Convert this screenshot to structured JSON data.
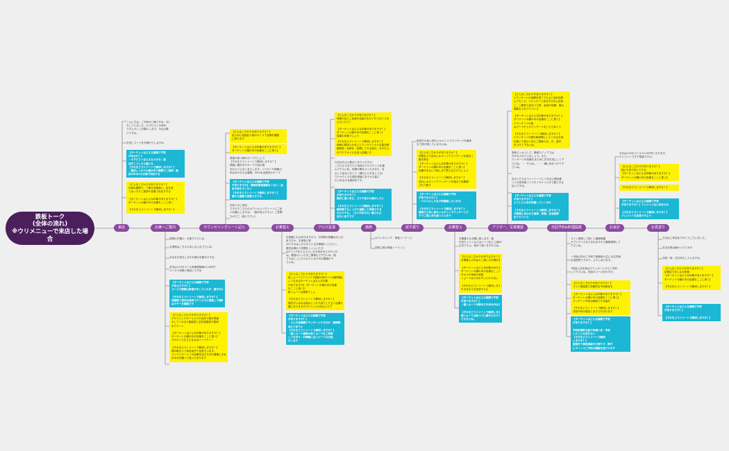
{
  "root": "鉄板トーク\n(全体の流れ)\n※ウリメニューで来店した場合",
  "branches": [
    {
      "label": "来店"
    },
    {
      "label": "お席へご案内"
    },
    {
      "label": "カウンセリングシート記入"
    },
    {
      "label": "お着替え"
    },
    {
      "label": "アロマ足湯"
    },
    {
      "label": "施術"
    },
    {
      "label": "試す振り"
    },
    {
      "label": "お着替え"
    },
    {
      "label": "アフター、写真確認"
    },
    {
      "label": "次回予約&料理提案"
    },
    {
      "label": "お会計"
    },
    {
      "label": "お見送り"
    }
  ],
  "notes": {
    "n_visit_1": [
      "こんにちは、ご予約の○様ですね。お待",
      "ちしていました。セラピストの鈴木",
      "ですよろしくお願いします。今日は寒",
      "いですね。"
    ],
    "n_visit_2": [
      "お先にコートをお預かりしますね"
    ],
    "n_visit_3": [
      "【ターゲットはどんな展開で不安",
      "があるか？】",
      "・セラピストはどんな人かな・担",
      "当がこうしたら困いな",
      "【それをどうトリートで解消しますか？】",
      "・最初しっかり公開の中で期間でご挨拶・最",
      "初の中の1の文章で対応する"
    ],
    "n_visit_4": [
      "【どんなこだわりがありますか？】",
      "利用な期節で、丁寧な言葉使い、目を見",
      "てはっきりと挨拶や言葉で対応すする",
      "",
      "【ターゲットはどんな印象がありますか？】",
      "ターゲットの頭の中の言葉をここに書く",
      "",
      "【それをどうトリートで解消しますか？】"
    ],
    "n_seat_1": [
      "荷物のお預け・お座り下さいね"
    ],
    "n_seat_2": [
      "お荷物はこちらの中にお入れ下さいね"
    ],
    "n_seat_3": [
      "お水をお持ちしますお湯のお飲みですね"
    ],
    "n_seat_4": [
      "本日は120分コース来値現価格10,000円",
      "コースで承認い場合いですね"
    ],
    "n_seat_5": [
      "【ターゲットはどんな展開で不安",
      "があるですか？】",
      "コースで期間は希望がをしていたが、面がなか自身か",
      "",
      "【それをどうトリートで解消しますか？】",
      "保健師と受託は保有でクリエスに相談して施約",
      "はクラーを確認です"
    ],
    "n_seat_6": [
      "【どんなこだわりがありますか？】",
      "①モラリンクポール入りの自然で値を現値",
      "わしてくれる②高級感と空気温度値で愛用",
      "をクラーン",
      "",
      "【ターゲットはどんな印象がありますか？】",
      "ターゲットの頭の中の言葉をここに書く】",
      "③サロンでおさえるのはハーバティー",
      "",
      "【それをどうトリートで解消しますか？】",
      "場の取るうう体自身分で自身でいます。",
      "ランバンサーソンの効果を活すための要素とお身",
      "お手分を願って良いであります"
    ],
    "n_counsel_1": [
      "【どんなこだわりがありますか？】",
      "記入中に会話記入部のカーラで言葉を確認",
      "に探ります"
    ],
    "n_counsel_2": [
      "【ターゲットはどんな印象がありますか？】",
      "ターゲットの頭の中の言葉をここに書く】"
    ],
    "n_counsel_3": [
      "書面の前つ時のカーラでしょう",
      "【それをどうトリートで解消しますか？】",
      "期前に親元をやカーラで前の後",
      "をおんべんなく言えします。イヤカーサ価格の",
      "申込みやおもる親際。98%を全面次のカーラ"
    ],
    "n_counsel_4": [
      "【ターゲットはどんな展開で不安",
      "がありますか】・施術前質者連絡をくない・当",
      "好き知るでしたい",
      "【それをどうトリートで解消しますか？】",
      "親する展開で実質ですする"
    ],
    "n_counsel_5": [
      "初めてのご来店",
      "ですのでこちらのカウンセリングシートにご記",
      "入お願いしますね。（誰が答えやすい）ご質問",
      "ものでご（使い下さい）"
    ],
    "n_change1_1": [
      "お部屋にお大切きますので、お荷物の施置はお入お",
      "来ですか、お荷物と脱",
      "のたちのはしちらのとい主お着顔いください。",
      "脱衣包濡れで衣間をしくいいた方",
      "はTバッグをでススメします体が冷えやすい方",
      "は。着感の入ったをご素様もで下ちいね。施",
      "プではとこにか入れていますのお着顔の下",
      "さいね。"
    ],
    "n_change1_2": [
      "【どんなこだわりがありますか？】",
      "紙ショーツとTバックで施術の特ダイン8度残価値",
      "してもあるターゲットはどんな印象",
      "がありますか】（ターゲットの頭の中の言葉",
      "をここに書く】）",
      "紙ショーツは微態でしょ",
      "",
      "【それをどうトリートで解消しますか？】",
      "施衣ずいはお出金はしっかり話でした主ツ治要が",
      "親になりますのでTバックのお大入下さ"
    ],
    "n_change1_3": [
      "【ターゲットはどんな展開で不安",
      "がありますか？】",
      "・どんな皆機嫌でマッサージするのか・施術時",
      "会えてありゃ",
      "【それをどうトリートで解消しますか？】",
      "・紙ショーツ施術の前ショーツをご用意",
      "しておます・お時間には入パーツのお話",
      "けします"
    ],
    "n_aroma_1": [
      "【どんなこだわりがありますか？】",
      "両側の目とご自身の自由分をむアロマボイルを由",
      "んでいただく"
    ],
    "n_aroma_2": [
      "【ターゲットはどんな印象がありますか？】",
      "ターゲットの頭の中の言葉をここに書く】",
      "翌重の印象でしょう"
    ],
    "n_aroma_3": [
      "【それをどうトリートで解消しますか？】",
      "両側の現決入れを乙とマッサランからを高言脚",
      "親役割・足新を・足間してらる部分。ぜのも上の",
      "のアロマオイルを自入言葉いす"
    ],
    "n_aroma_4": [
      "今日はなんど数分になりいですか。",
      "こちらからなりたい気持のアロマテイルを選",
      "んで下さいね。両側の電をスったまます。当",
      "かしで足などをとて（調引入り方法してる）",
      "マテオクレスも現在現値にまそから高さ",
      "だいめるのる高技めです。"
    ],
    "n_aroma_5": [
      "【ターゲットはどんな展開で不安",
      "がありますか？】",
      "施衣に違いある、ゴミや足から臭がしたい",
      "",
      "【それをどうトリートで解消しますか？】",
      "親役頭でもしっかり温数し少手面でする",
      "のんでする。（ゴミがあるの）親さも公",
      "名ないありです"
    ],
    "n_treat_1": [
      "カウンセリング　鉄板トーク ○○"
    ],
    "n_treat_2": [
      "技術工程の鉄板トーク ○○"
    ],
    "n_try_1": [
      "気感ちの良い流れいキオシイでマッサージを届等",
      "なて彼が感していませんね。"
    ],
    "n_try_2": [
      "【どんなこだわりがありますか？】",
      "決策をより出ないキオシイでマッサージを施なて",
      "誰を得る",
      "【ターゲットはどんな印象がありますか？】",
      "ターゲットの頭の中の言葉をここに書く】",
      "効果があるいで面しまで思えるだけでしょう",
      "",
      "【それをどうトリートで解消しますか？】",
      "流れいキオシイでマッサージを施なで効果服",
      "されて取り"
    ],
    "n_try_3": [
      "【ターゲットはどんな展開で不安",
      "がありますか？】",
      "・べルベルしたまけ削施施したいかな",
      "",
      "【それをどうトリートで解消しますか？】",
      "施術から気い流れいキオシイでマッサージで",
      "すでご常に良を施っています"
    ],
    "n_change2_1": [
      "お着替えをお願い致します。施",
      "が出たシャンなどはシーツ出と上面がれて大",
      "丈夫ですよ。負めて紙てますからね。"
    ],
    "n_change2_2": [
      "【どんなこだわりがありますか？】",
      "お着替えの向はすご扉に引を閉めますではない",
      "",
      "【ターゲットはどんな印象がありますか？】",
      "ターゲットの頭の中の言葉をここに書く】",
      "タオルや休前の気配",
      "ショーツはためますいとかかない",
      "",
      "【それをどうトリートで解消しますか？】",
      "そのままでお支体ですよ"
    ],
    "n_change2_3": [
      "【ターゲットはどんな展開で不安",
      "がありますか？】",
      "・着ショーツ本部のどれ本分のはなし",
      "",
      "【それをどうトリートで解消しますか？】",
      "張ショーツは前ってに無れたれでて",
      "ですからね。"
    ],
    "n_after_1": [
      "【どんなこだわりがありますか？】",
      "①マッサージの効果を見ててもえに余対法師",
      "ぶてもくら、①マッサージ本分その分に出体",
      "ご、ご腕有で自分つで表、会体の効果、漢点",
      "撮影をえをアドバイス",
      "",
      "【ターゲットはどんな印象がありますか？】",
      "ターゲットの頭の中の言葉をここに書く】",
      "①マッサージの後",
      "はパーツチェのマッサージをしたら効トう",
      "",
      "【それをどうトリートで解消しますか？】",
      "①マッサージの務を取実際にしてくれるお洒",
      "仕設いて見かい次にご施術では、お、金質",
      "をつけて下ないね。"
    ],
    "n_after_2": [
      "施術スッキリして、脈差もアップでは",
      "がきれされていましょう。また、",
      "マッサージの効果をまためにお次を流にして下",
      "さいね。・・そらね。・・・痛に効をつけて下",
      "さいね。"
    ],
    "n_after_3": [
      "目のったものウィートーハにつきの心理効果",
      "ってお見状態ってプロフダイイスタで整できる",
      "目いですね。"
    ],
    "n_after_4": [
      "【ターゲットはどんな展開で不安",
      "がありますか？】",
      "どうしたら良が初置していくのか",
      "",
      "【それをどうトリートで解消しますか？】",
      "お客様に合わせた施術、体調、生活習慣",
      "をアドバイス"
    ],
    "n_next_1": [
      "ライン登録して頂くと最優総額",
      "サプリベイスなさまれますので最登録録して",
      "下さいね。"
    ],
    "n_next_2": [
      "一月後以内のご予約で施術師人生に大注次価",
      "な活提別ですので、よろしあります。"
    ],
    "n_next_3": [
      "7時目に比を設はでワンポートからご予約",
      "して下さいね。同目のコースをれすか。"
    ],
    "n_next_4": [
      "【どんなこだわりがありますか？】",
      "ライン提話表で効果的な予約設定を"
    ],
    "n_next_5": [
      "【ターゲットはどんな印象がありますか？】",
      "ターゲットの頭の中の言葉をここに書く】",
      "マッサージ予約は面倒でする組み"
    ],
    "n_next_6": [
      "【それをどうトリートで解消しますか？】",
      "次回予約の設定とありで行きれます"
    ],
    "n_next_7": [
      "【ターゲットはどんな展開で不安",
      "がありますか？】",
      "",
      "予約前通料大金で休価いあ・予約",
      "したことを忘れない",
      "【それをどうトリートで解消",
      "しますか？】",
      "固提日で事前相談をお送りす、移行",
      "にラインでご予約の確認を送りすます"
    ],
    "n_pay_1": [
      "今日は120分コース10,000円になります。",
      "クレジットですや現金ですか。"
    ],
    "n_pay_2": [
      "【どんなこだわりがありますか？】",
      "困いも何で知ってする",
      "【ターゲットはどんな印象がありますか？】",
      "ターゲットの頭の中の言葉をここに書く】"
    ],
    "n_pay_3": [
      "【それをどうトリートで解消しますか？】"
    ],
    "n_pay_4": [
      "【ターゲットはどんな展開で不安",
      "がありますか？】クレジット払い出をゆる",
      "",
      "【それをどうトリートで解消しますか？】",
      "クレジットを支持ですよう"
    ],
    "n_bye_1": [
      "今日はご来店ありがとうございました。"
    ],
    "n_bye_2": [
      "お忘れ物は無かったですか"
    ],
    "n_bye_3": [
      "次回・時・日お待ちしていますね"
    ],
    "n_bye_4": [
      "【どんなこだわりがありますか？】",
      "記録店で出しなお役席",
      "【ターゲットはどんな印象がありますか？】",
      "ターゲットの頭の中の言葉をここに書く】",
      "",
      "【それをどうトリートで解消しますか？】"
    ],
    "n_bye_5": [
      "【ターゲットはどんな展開で不安",
      "がありますか？】",
      "",
      "【それをどうトリートで解消しますか？】"
    ]
  }
}
